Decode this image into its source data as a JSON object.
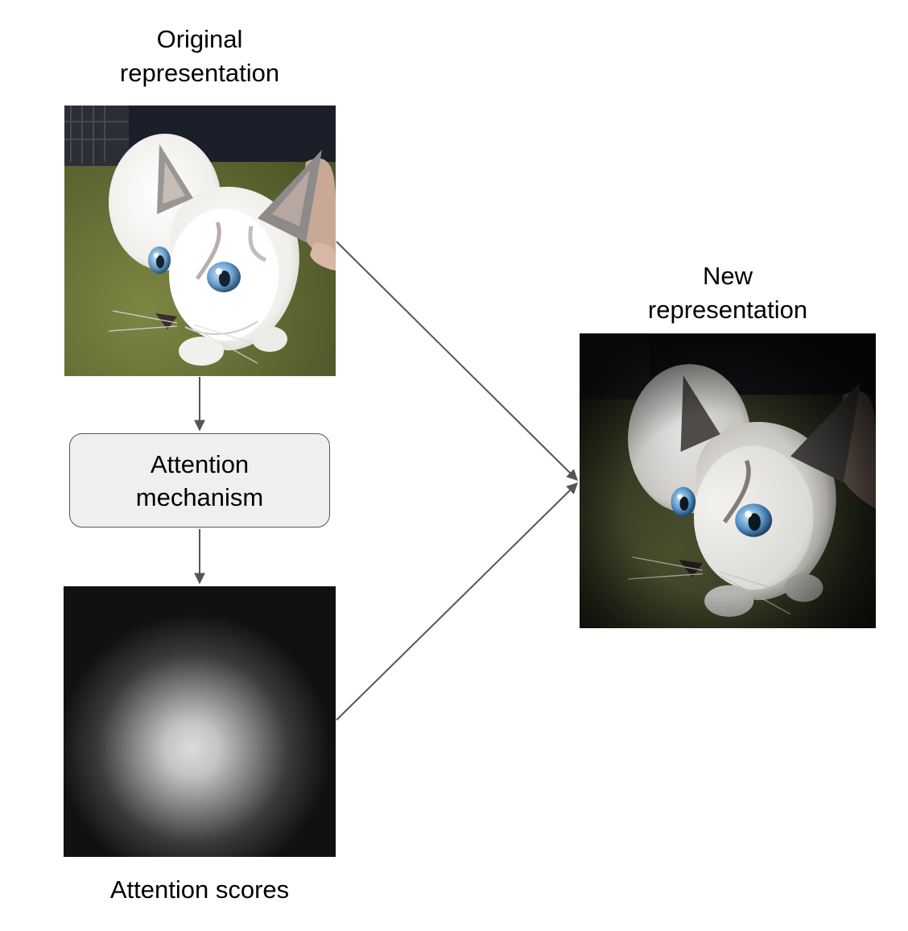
{
  "labels": {
    "original_line1": "Original",
    "original_line2": "representation",
    "mechanism_line1": "Attention",
    "mechanism_line2": "mechanism",
    "new_line1": "New",
    "new_line2": "representation",
    "scores": "Attention scores"
  },
  "images": {
    "original": "cat-photo",
    "new": "cat-photo-attention-weighted",
    "scores": "radial-attention-heatmap"
  },
  "colors": {
    "arrow": "#555555",
    "box_fill": "#efefef",
    "box_border": "#555555",
    "heatmap_bg": "#111111",
    "heatmap_peak": "#d8d8d8"
  },
  "icons": {
    "arrow_head": "arrowhead-icon"
  }
}
